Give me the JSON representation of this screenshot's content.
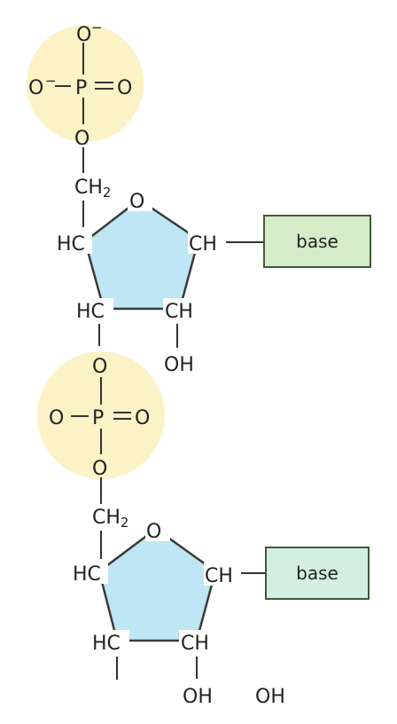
{
  "colors": {
    "phosphate_fill": "#fbf2c6",
    "sugar_fill": "#bfe6f4",
    "sugar_stroke": "#3b3b3b",
    "base_top_fill": "#d6ecc9",
    "base_bottom_fill": "#d4efe1",
    "base_stroke": "#3c5a3c",
    "highlight_oxygen": "#e8231b"
  },
  "phosphate_top": {
    "o_top": "O",
    "o_top_charge": "−",
    "o_left": "O",
    "o_left_charge": "−",
    "p": "P",
    "o_right": "O",
    "o_bottom": "O"
  },
  "sugar_top": {
    "ch2": "CH",
    "ch2_sub": "2",
    "ring_o": "O",
    "c4": "HC",
    "c1": "CH",
    "c3": "HC",
    "c2": "CH",
    "oh": "OH",
    "base_label": "base"
  },
  "phosphate_bottom": {
    "o_top": "O",
    "o_left": "O",
    "p": "P",
    "o_right": "O",
    "o_bottom": "O"
  },
  "sugar_bottom": {
    "ch2": "CH",
    "ch2_sub": "2",
    "ring_o": "O",
    "c4": "HC",
    "c1": "CH",
    "c3": "HC",
    "c2": "CH",
    "oh_3": "OH",
    "oh_2": "OH",
    "base_label": "base"
  }
}
